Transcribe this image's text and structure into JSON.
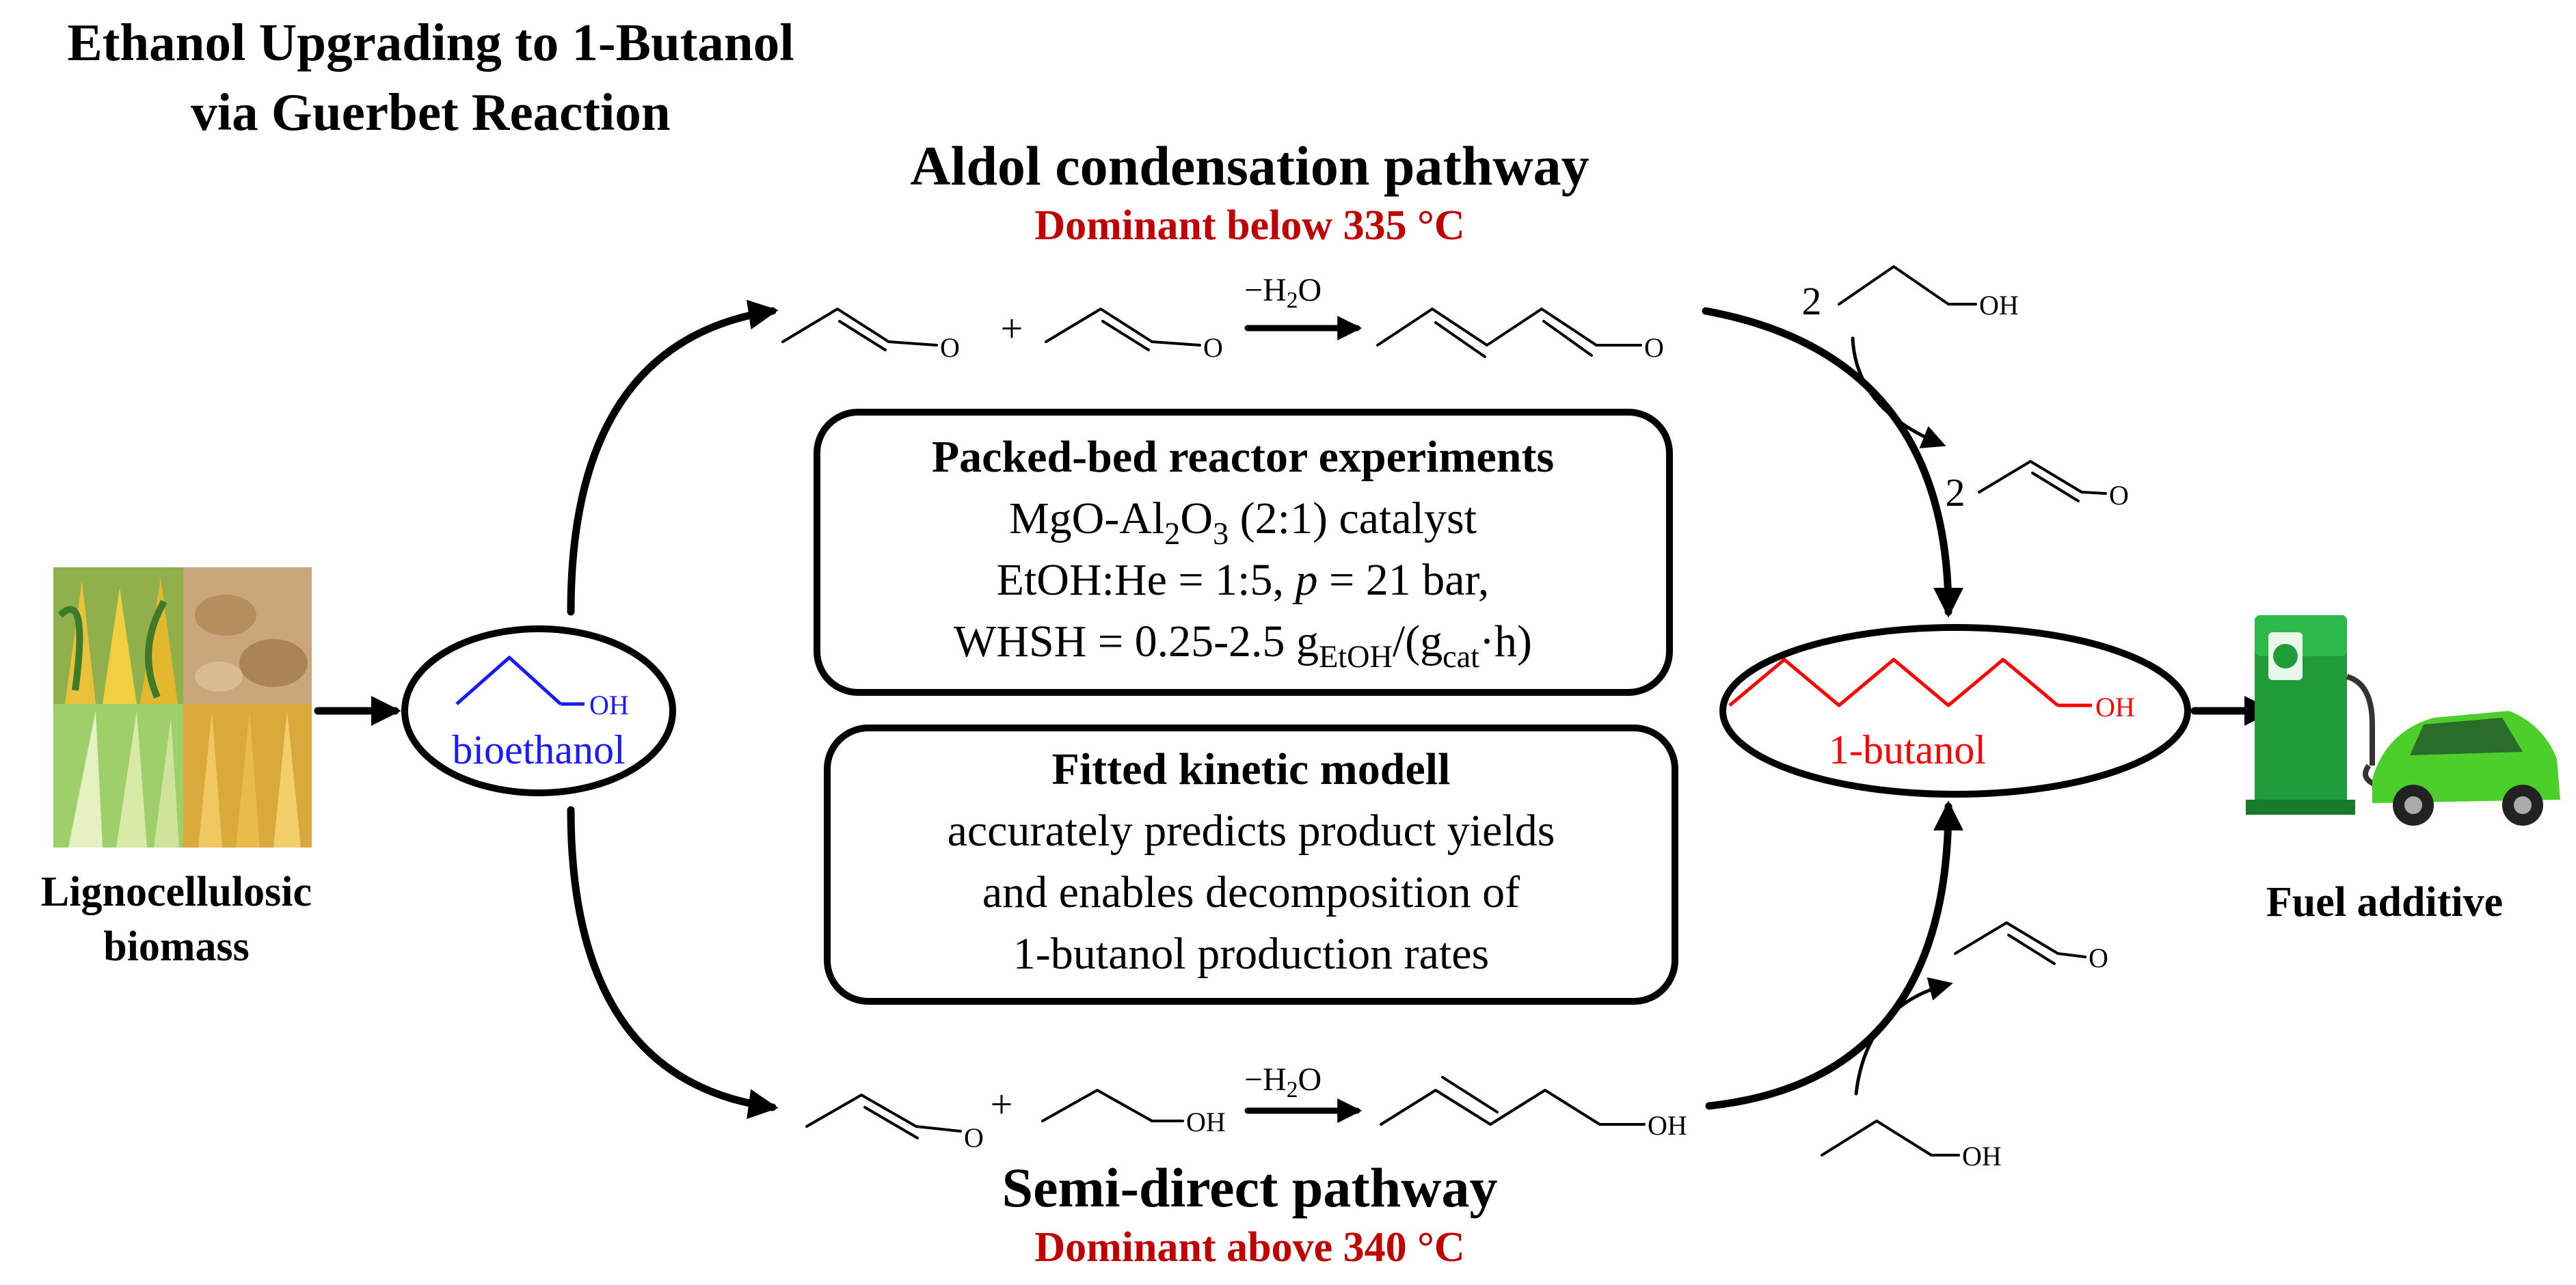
{
  "title": {
    "line1": "Ethanol Upgrading to 1-Butanol",
    "line2": "via Guerbet Reaction"
  },
  "aldol": {
    "title": "Aldol condensation pathway",
    "note": "Dominant below 335 °C"
  },
  "semi": {
    "title": "Semi-direct pathway",
    "note": "Dominant above 340 °C"
  },
  "colors": {
    "accent_red": "#c00000",
    "blue": "#1a1aff",
    "butanol_red": "#ff0000",
    "green": "#1a9e1a"
  },
  "reactor_box": {
    "heading": "Packed-bed reactor experiments",
    "line1_a": "MgO-Al",
    "line1_sub1": "2",
    "line1_b": "O",
    "line1_sub2": "3",
    "line1_c": " (2:1) catalyst",
    "line2_a": "EtOH:He = 1:5, ",
    "line2_p": "p",
    "line2_b": " = 21 bar,",
    "line3_a": "WHSH = 0.25-2.5 g",
    "line3_sub1": "EtOH",
    "line3_b": "/(g",
    "line3_sub2": "cat",
    "line3_c": "·h)"
  },
  "model_box": {
    "heading": "Fitted kinetic modell",
    "line1": "accurately predicts product yields",
    "line2": "and enables decomposition of",
    "line3": "1-butanol production rates"
  },
  "biomass": {
    "label_line1": "Lignocellulosic",
    "label_line2": "biomass",
    "icon": "biomass-photo-collage"
  },
  "fuel": {
    "label": "Fuel additive",
    "icon": "fuel-pump-car-icon"
  },
  "bioethanol": {
    "name": "bioethanol",
    "oh": "OH"
  },
  "butanol": {
    "name": "1-butanol",
    "oh": "OH"
  },
  "atoms": {
    "O": "O",
    "OH": "OH",
    "plus": "+",
    "two": "2"
  },
  "water_loss": {
    "minus": "−H",
    "sub": "2",
    "o": "O"
  }
}
